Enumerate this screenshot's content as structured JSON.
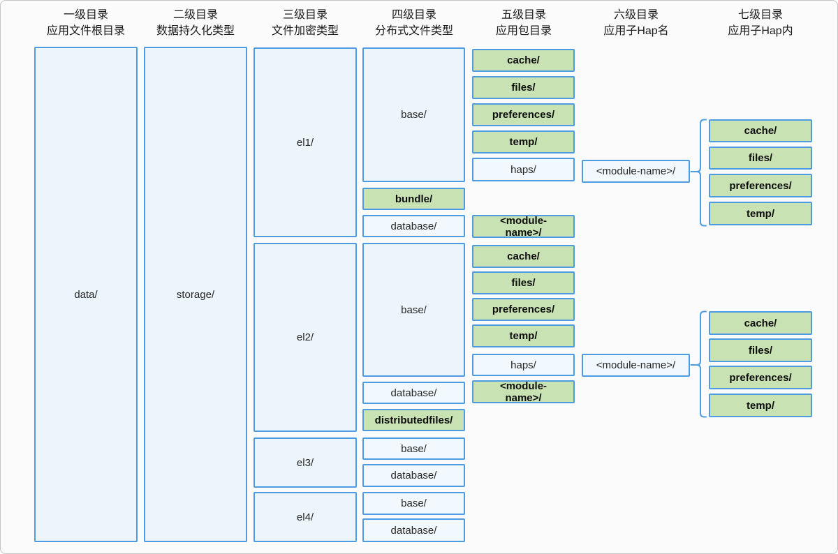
{
  "headers": [
    {
      "line1": "一级目录",
      "line2": "应用文件根目录"
    },
    {
      "line1": "二级目录",
      "line2": "数据持久化类型"
    },
    {
      "line1": "三级目录",
      "line2": "文件加密类型"
    },
    {
      "line1": "四级目录",
      "line2": "分布式文件类型"
    },
    {
      "line1": "五级目录",
      "line2": "应用包目录"
    },
    {
      "line1": "六级目录",
      "line2": "应用子Hap名"
    },
    {
      "line1": "七级目录",
      "line2": "应用子Hap内"
    }
  ],
  "colors": {
    "box_border_blue": "#4d9ce2",
    "blue_fill_small": "#f2f9fe",
    "blue_fill_large": "#edf5fc",
    "green_fill": "#c9e2b3",
    "bracket_blue": "#4d9ce2",
    "canvas_background": "#fbfbfb",
    "canvas_border": "#c4c4c4"
  },
  "nodes": {
    "root": "data/",
    "storage": "storage/",
    "encryption": [
      "el1/",
      "el2/",
      "el3/",
      "el4/"
    ],
    "el1": {
      "base": "base/",
      "bundle": "bundle/",
      "database": "database/"
    },
    "el2": {
      "base": "base/",
      "database": "database/",
      "distributedfiles": "distributedfiles/"
    },
    "el3": {
      "base": "base/",
      "database": "database/"
    },
    "el4": {
      "base": "base/",
      "database": "database/"
    },
    "el1_pkg": [
      "cache/",
      "files/",
      "preferences/",
      "temp/",
      "haps/"
    ],
    "el1_module": "<module-name>/",
    "el2_pkg": [
      "cache/",
      "files/",
      "preferences/",
      "temp/",
      "haps/"
    ],
    "el2_module": "<module-name>/",
    "hap1": {
      "module": "<module-name>/",
      "dirs": [
        "cache/",
        "files/",
        "preferences/",
        "temp/"
      ]
    },
    "hap2": {
      "module": "<module-name>/",
      "dirs": [
        "cache/",
        "files/",
        "preferences/",
        "temp/"
      ]
    }
  }
}
